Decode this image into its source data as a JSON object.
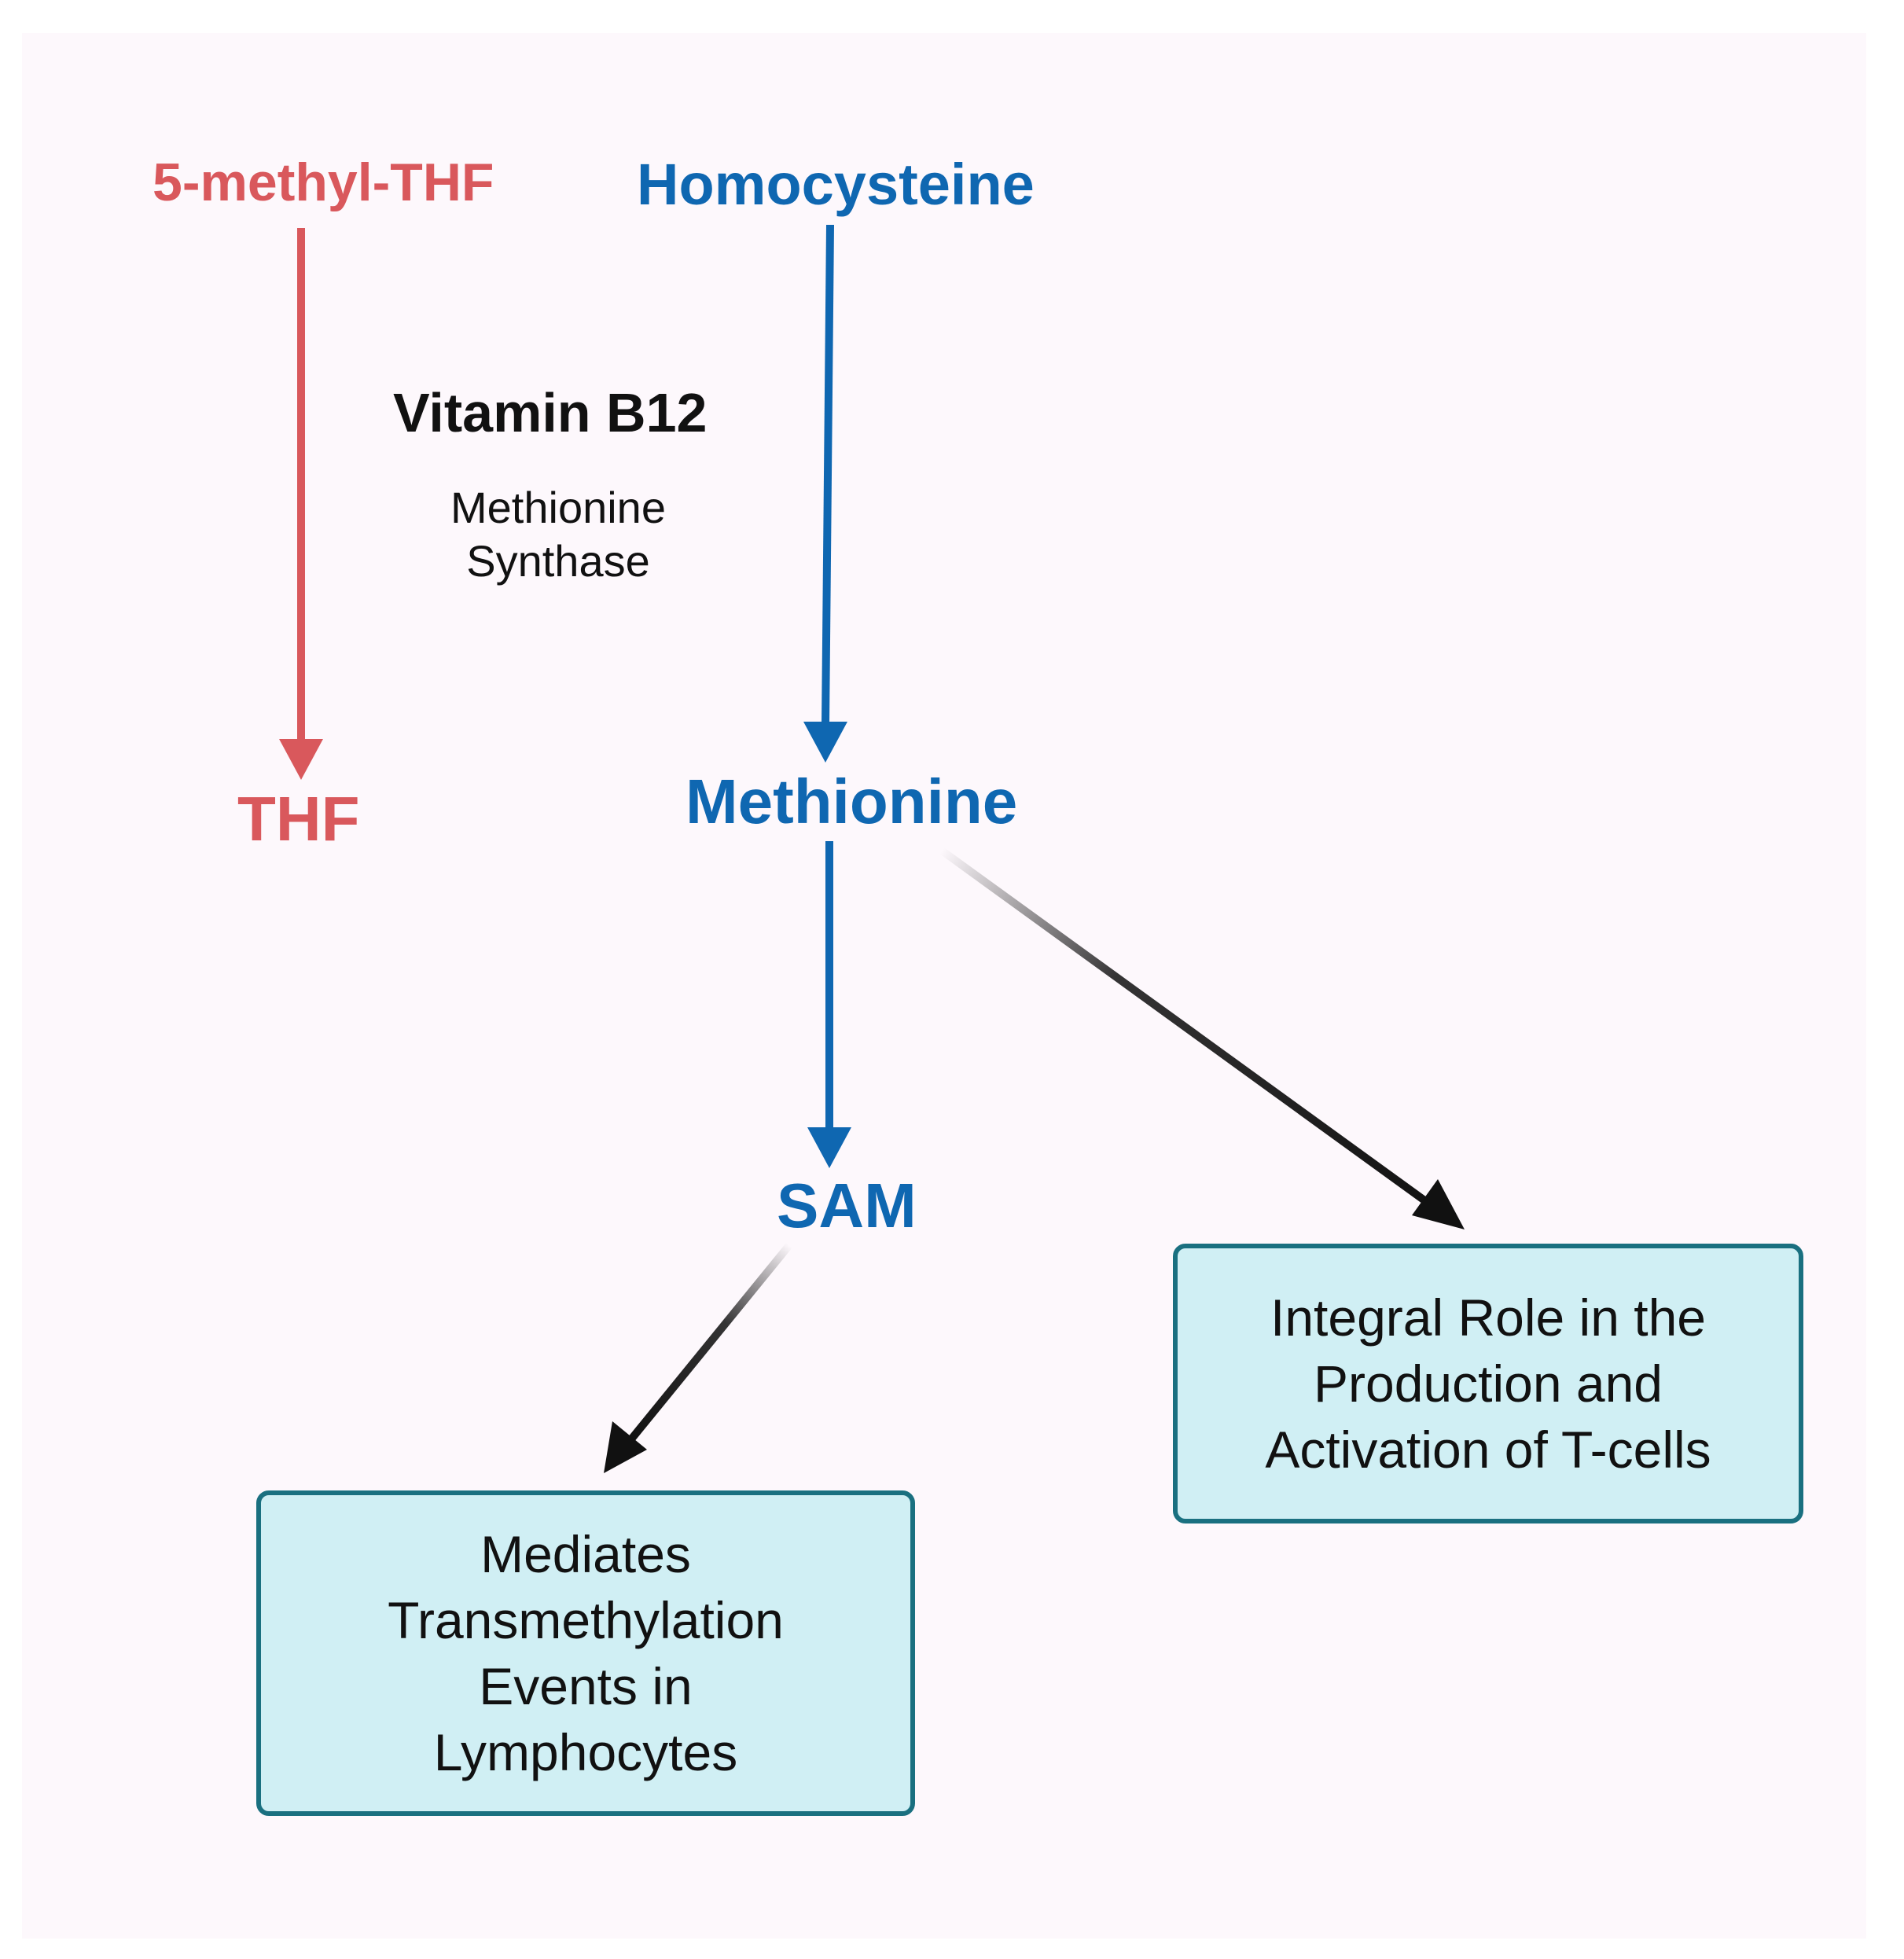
{
  "nodes": {
    "methyl_thf": "5-methyl-THF",
    "homocysteine": "Homocysteine",
    "cofactor": "Vitamin B12",
    "enzyme": "Methionine Synthase",
    "thf": "THF",
    "methionine": "Methionine",
    "sam": "SAM"
  },
  "boxes": {
    "tcells": "Integral Role in the Production and Activation of T-cells",
    "lymphocytes": "Mediates Transmethylation Events in Lymphocytes"
  },
  "colors": {
    "background": "#fdf8fc",
    "folate_red": "#d9585c",
    "methionine_blue": "#0f67b1",
    "arrow_black": "#111111",
    "box_fill": "#d0eff4",
    "box_border": "#1a7080"
  }
}
